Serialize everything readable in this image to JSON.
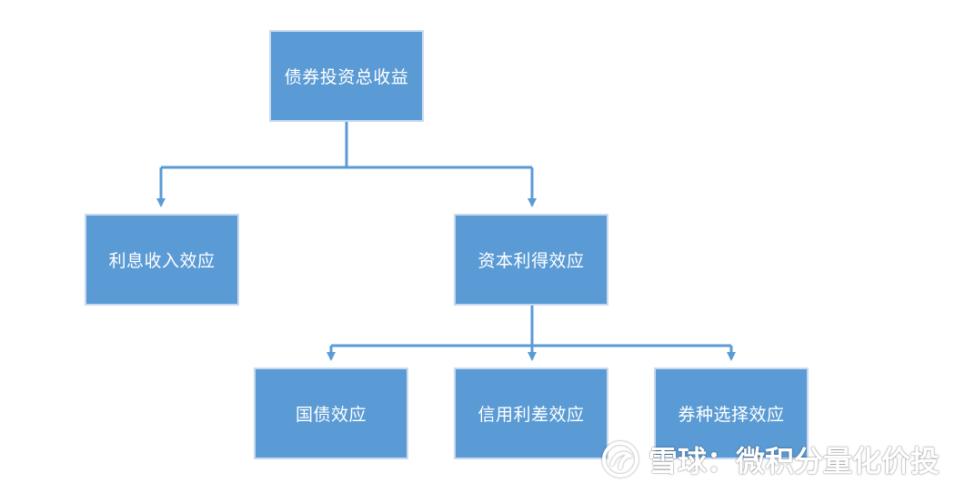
{
  "diagram": {
    "root": {
      "label": "债券投资总收益"
    },
    "level1": [
      {
        "label": "利息收入效应"
      },
      {
        "label": "资本利得效应"
      }
    ],
    "level2": [
      {
        "label": "国债效应"
      },
      {
        "label": "信用利差效应"
      },
      {
        "label": "券种选择效应"
      }
    ]
  },
  "watermark": {
    "text": "雪球：微积分量化价投"
  },
  "colors": {
    "node_fill": "#5b9bd5",
    "node_border": "#c9daf0",
    "connector": "#5b9bd5",
    "text": "#ffffff"
  }
}
